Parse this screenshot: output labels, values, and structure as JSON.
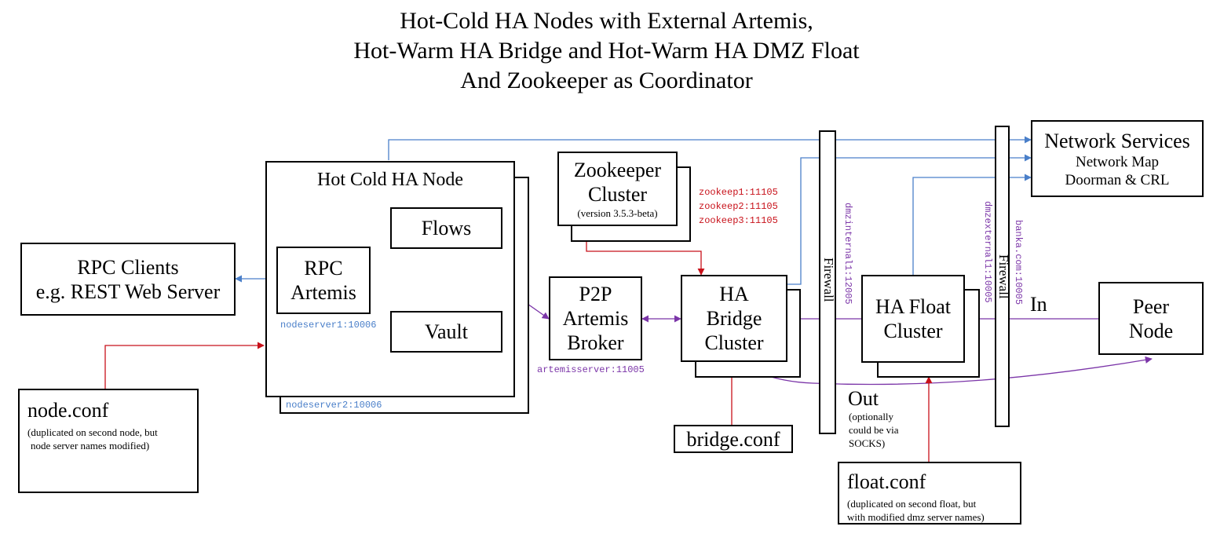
{
  "title": {
    "line1": "Hot-Cold HA Nodes with External Artemis,",
    "line2": "Hot-Warm HA Bridge and Hot-Warm HA DMZ Float",
    "line3": "And Zookeeper as Coordinator"
  },
  "rpc_clients": {
    "line1": "RPC Clients",
    "line2": "e.g. REST Web Server"
  },
  "node_conf": {
    "title": "node.conf",
    "note1": "(duplicated on second node, but",
    "note2": "node server names modified)"
  },
  "ha_node": {
    "title": "Hot Cold HA Node",
    "rpc_artemis_1": "RPC",
    "rpc_artemis_2": "Artemis",
    "flows": "Flows",
    "vault": "Vault",
    "addr1": "nodeserver1:10006",
    "addr2": "nodeserver2:10006"
  },
  "zookeeper": {
    "line1": "Zookeeper",
    "line2": "Cluster",
    "version": "(version 3.5.3-beta)",
    "addr1": "zookeep1:11105",
    "addr2": "zookeep2:11105",
    "addr3": "zookeep3:11105"
  },
  "p2p": {
    "line1": "P2P",
    "line2": "Artemis",
    "line3": "Broker",
    "addr": "artemisserver:11005"
  },
  "bridge": {
    "line1": "HA",
    "line2": "Bridge",
    "line3": "Cluster"
  },
  "bridge_conf": "bridge.conf",
  "firewall1": {
    "label": "Firewall",
    "addr": "dmzinternal1:12005"
  },
  "firewall2": {
    "label": "Firewall",
    "addr1": "dmzexternal1:10005",
    "addr2": "banka.com:10005"
  },
  "float": {
    "line1": "HA Float",
    "line2": "Cluster"
  },
  "float_conf": {
    "title": "float.conf",
    "note1": "(duplicated on second float, but",
    "note2": "with modified dmz server names)"
  },
  "network_services": {
    "title": "Network Services",
    "line1": "Network Map",
    "line2": "Doorman & CRL"
  },
  "peer": {
    "line1": "Peer",
    "line2": "Node"
  },
  "flow_labels": {
    "in": "In",
    "out": "Out",
    "out_note1": "(optionally",
    "out_note2": "could be via",
    "out_note3": "SOCKS)"
  },
  "colors": {
    "blue": "#4a7fc9",
    "purple": "#7b35a8",
    "red": "#c8111a",
    "black": "#000000"
  }
}
